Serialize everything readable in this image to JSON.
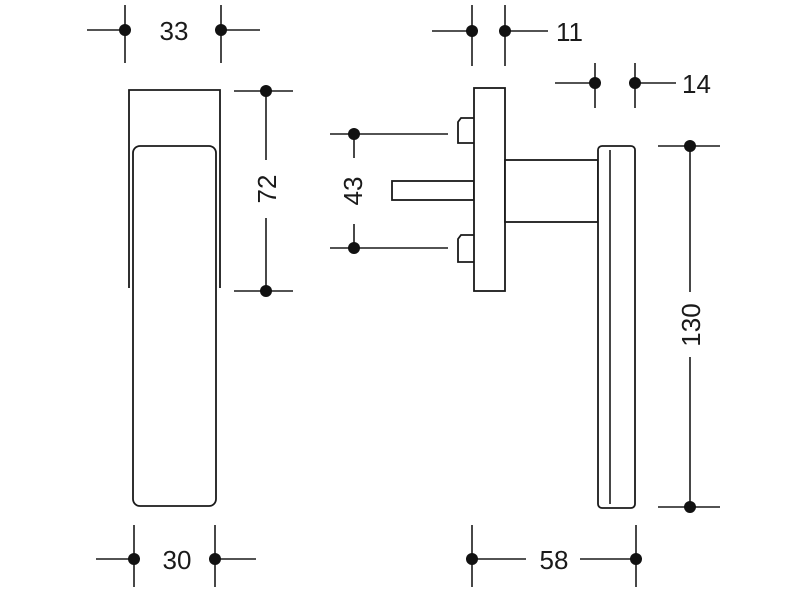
{
  "dimensions": {
    "width_top": "33",
    "width_bottom": "30",
    "height_front": "72",
    "spindle_spacing": "43",
    "rose_thickness": "11",
    "lever_thickness": "14",
    "total_height": "130",
    "projection": "58"
  },
  "colors": {
    "ink": "#1a1a1a",
    "background": "#ffffff"
  }
}
